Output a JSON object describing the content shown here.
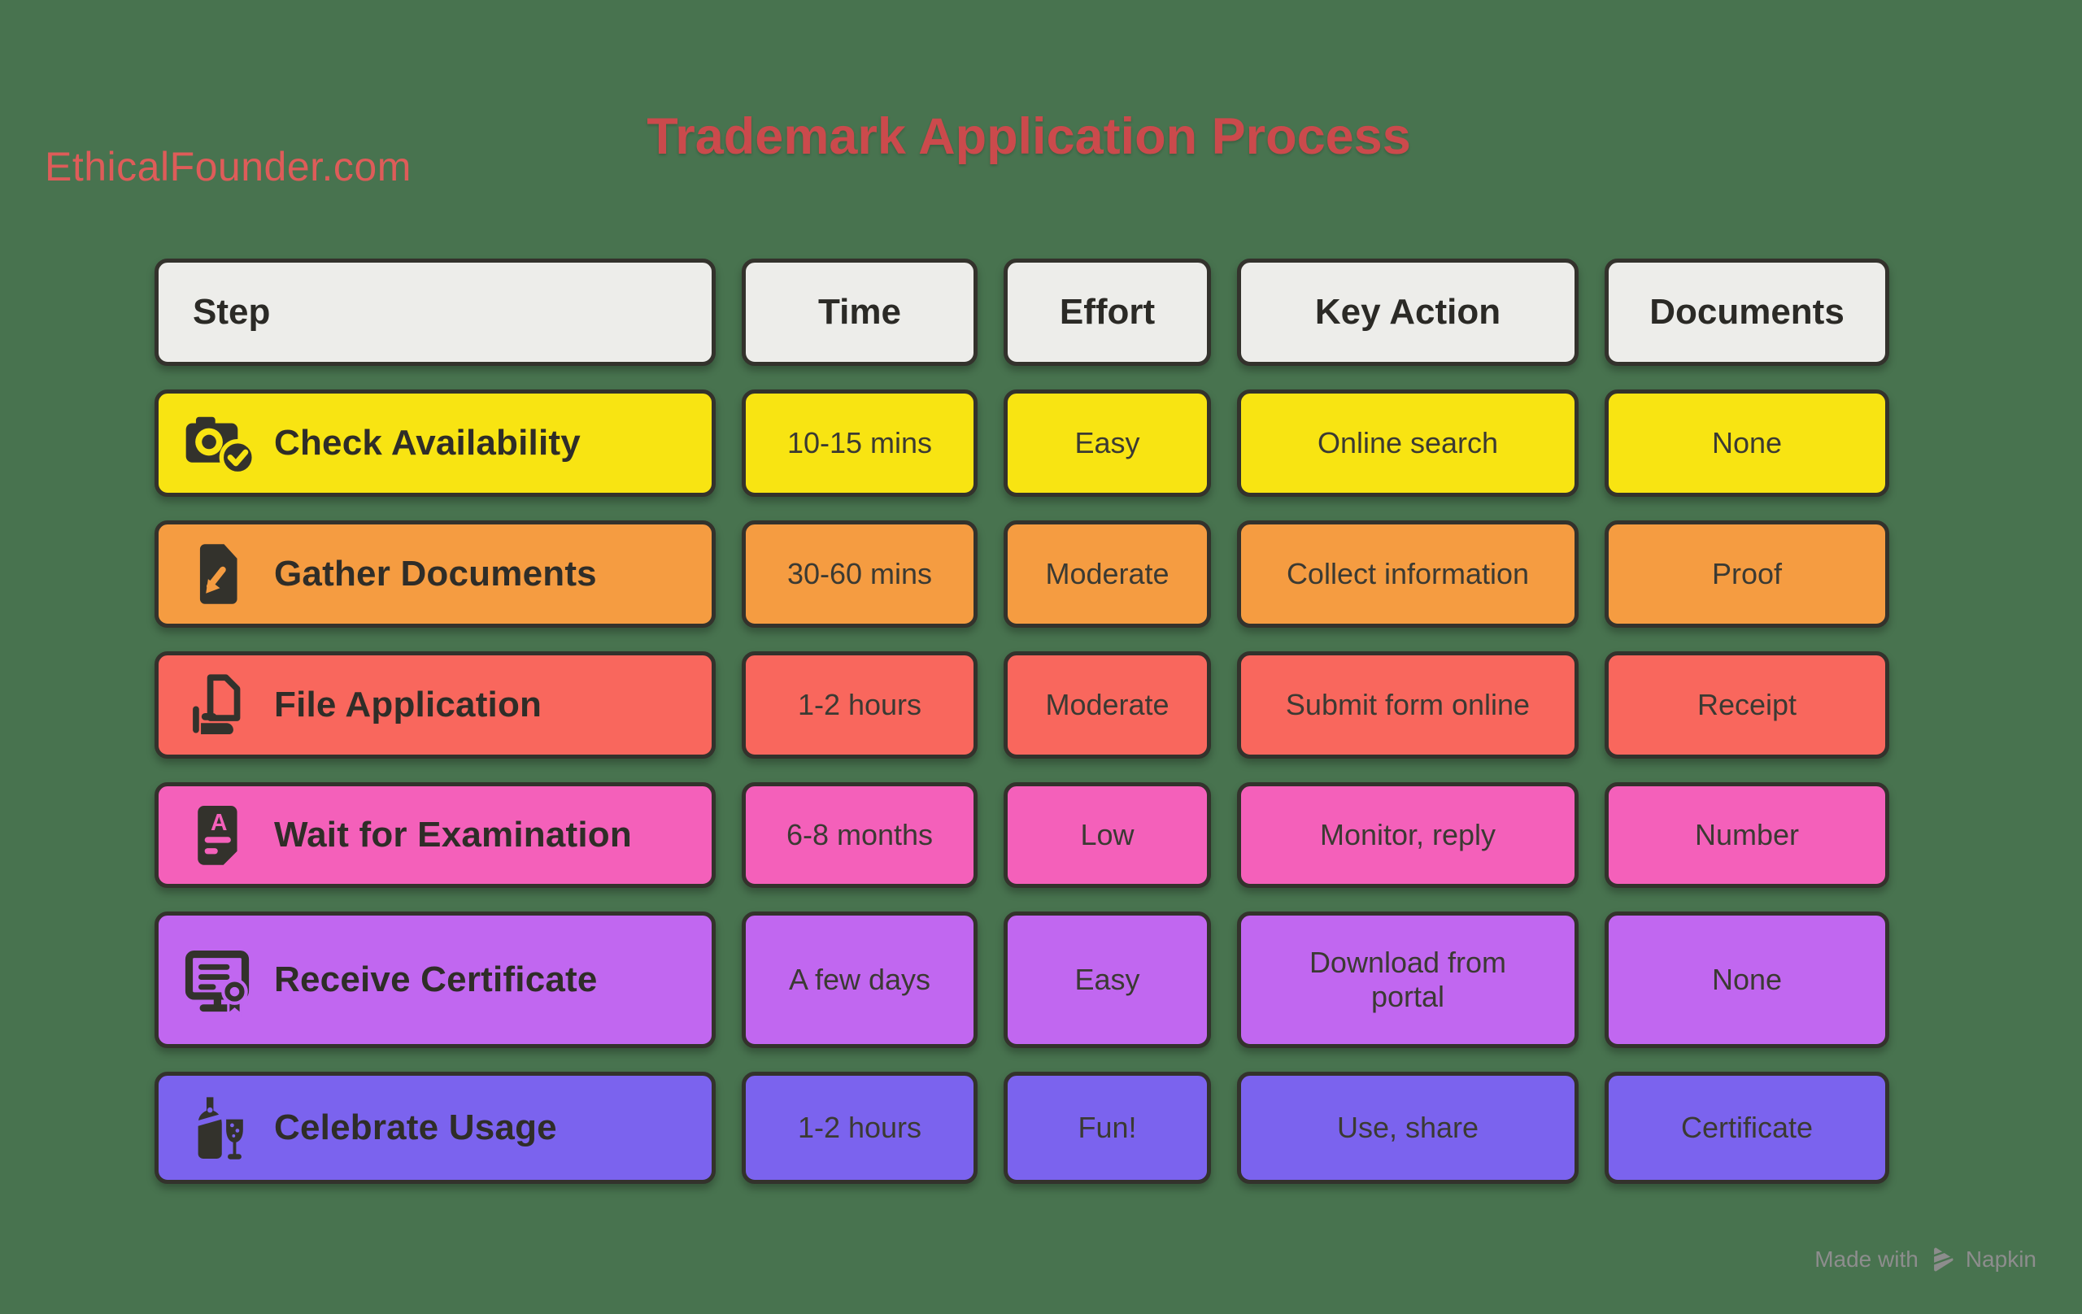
{
  "theme": {
    "background": "#48734F",
    "header_bg": "#EDEDEA",
    "border": "#33322C",
    "title_color": "#CB4A4C",
    "brand_color": "#DE5C59",
    "footer_color": "#8D8D8D",
    "step_text": "#2F2D28",
    "value_text": "#3B3A33"
  },
  "page": {
    "brand": "EthicalFounder.com",
    "title": "Trademark Application Process"
  },
  "table": {
    "headers": [
      "Step",
      "Time",
      "Effort",
      "Key Action",
      "Documents"
    ],
    "rows": [
      {
        "step": "Check Availability",
        "icon": "camera-check-icon",
        "color": "#F8E412",
        "time": "10-15 mins",
        "effort": "Easy",
        "key_action": "Online search",
        "documents": "None"
      },
      {
        "step": "Gather Documents",
        "icon": "document-arrow-icon",
        "color": "#F59C41",
        "time": "30-60 mins",
        "effort": "Moderate",
        "key_action": "Collect information",
        "documents": "Proof"
      },
      {
        "step": "File Application",
        "icon": "document-hand-icon",
        "color": "#F9675D",
        "time": "1-2 hours",
        "effort": "Moderate",
        "key_action": "Submit form online",
        "documents": "Receipt"
      },
      {
        "step": "Wait for Examination",
        "icon": "exam-paper-icon",
        "color": "#F460BA",
        "time": "6-8 months",
        "effort": "Low",
        "key_action": "Monitor, reply",
        "documents": "Number"
      },
      {
        "step": "Receive Certificate",
        "icon": "certificate-icon",
        "color": "#C167F0",
        "time": "A few days",
        "effort": "Easy",
        "key_action": "Download from\nportal",
        "documents": "None"
      },
      {
        "step": "Celebrate Usage",
        "icon": "champagne-icon",
        "color": "#7B63EE",
        "time": "1-2 hours",
        "effort": "Fun!",
        "key_action": "Use, share",
        "documents": "Certificate"
      }
    ]
  },
  "footer": {
    "made_with": "Made with",
    "napkin": "Napkin"
  }
}
